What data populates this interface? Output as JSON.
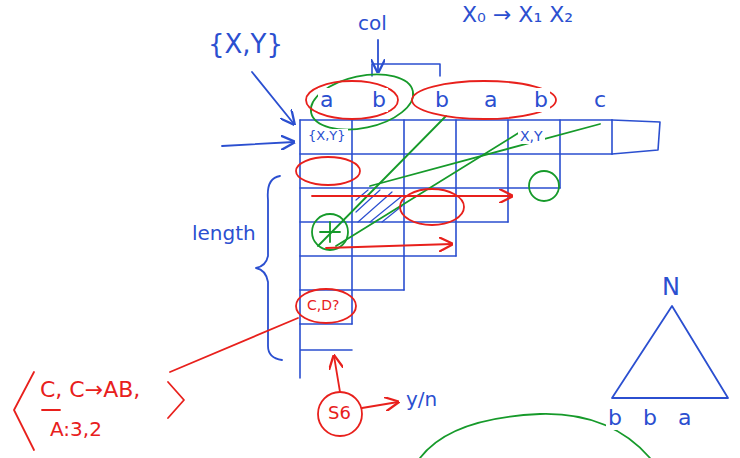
{
  "diagram": {
    "labels": [
      "X₀ → X₁ X₂",
      "col",
      "{X,Y}",
      "a",
      "b",
      "b",
      "a",
      "b",
      "c",
      "{X,Y}",
      "X,Y",
      "length",
      "C,D?",
      "C, C→AB,",
      "A:3,2",
      "S6",
      "y/n",
      "N",
      "b b a"
    ]
  }
}
